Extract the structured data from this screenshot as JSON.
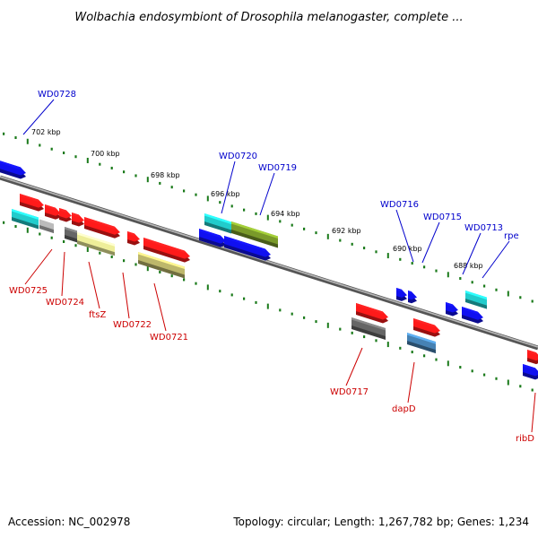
{
  "title": "Wolbachia endosymbiont of Drosophila melanogaster, complete ...",
  "footer": {
    "accession": "Accession: NC_002978",
    "topology": "Topology: circular; Length: 1,267,782 bp; Genes: 1,234"
  },
  "colors": {
    "backbone": "#7a7a7a",
    "tick_dots": "#1a7a1a",
    "label_top": "#0000cc",
    "label_bottom": "#cc0000"
  },
  "scale_labels": [
    "702 kbp",
    "700 kbp",
    "698 kbp",
    "696 kbp",
    "694 kbp",
    "692 kbp",
    "690 kbp",
    "688 kbp"
  ],
  "gene_labels_top": [
    "WD0728",
    "WD0720",
    "WD0719",
    "WD0716",
    "WD0715",
    "WD0713",
    "rpe"
  ],
  "gene_labels_bottom": [
    "WD0725",
    "WD0724",
    "ftsZ",
    "WD0722",
    "WD0721",
    "WD0717",
    "dapD",
    "ribD"
  ]
}
